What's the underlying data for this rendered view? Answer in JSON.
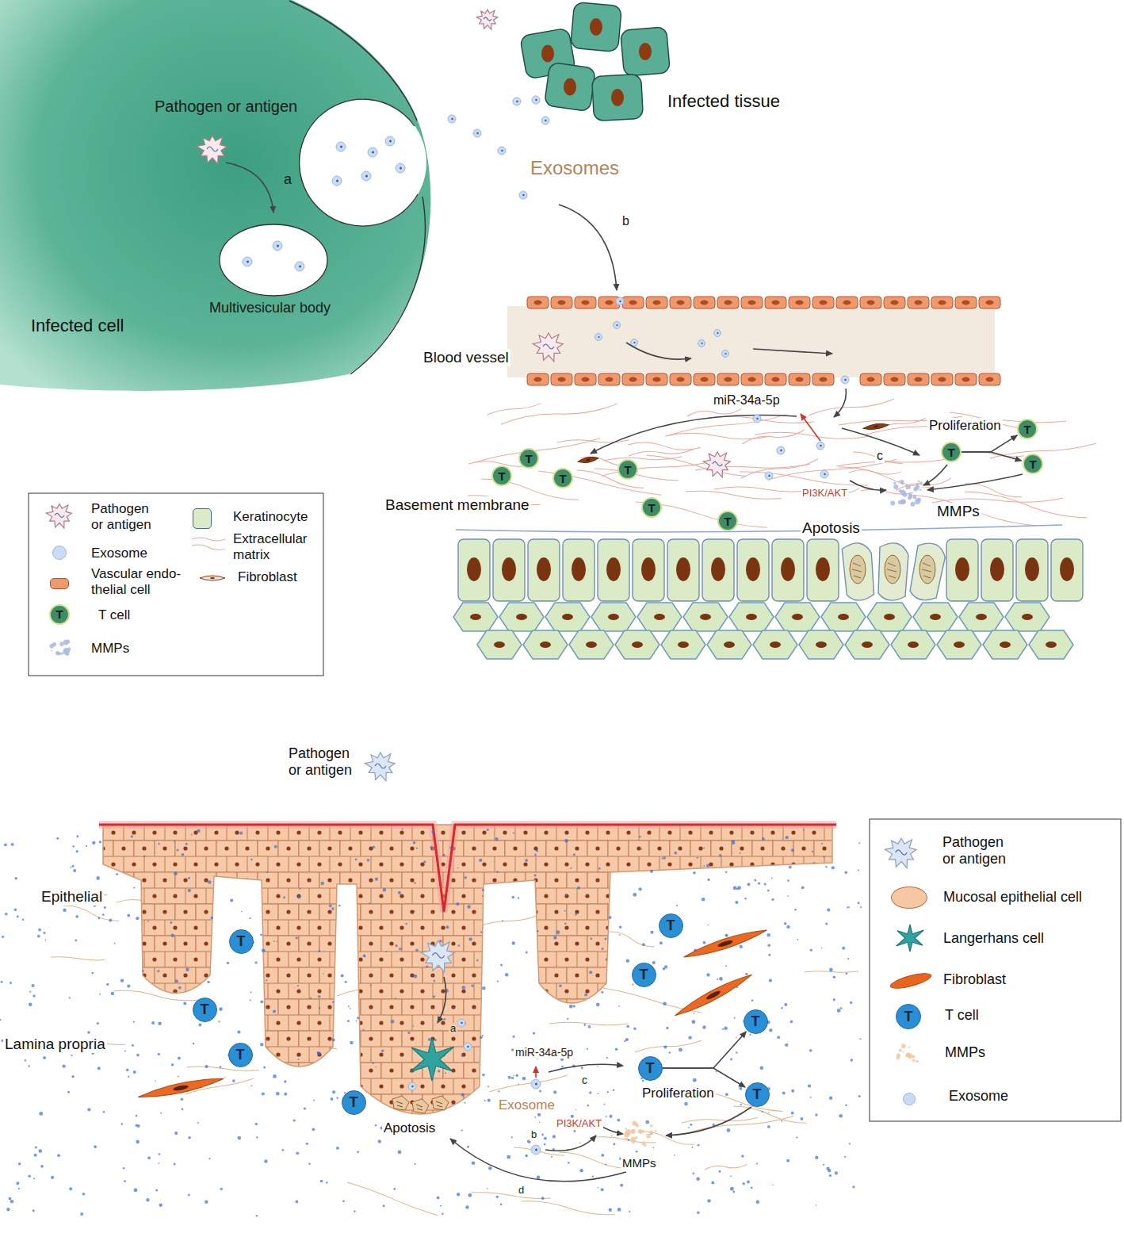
{
  "diagram": {
    "nodes": [
      {
        "text": [
          "T"
        ]
      },
      {
        "text": [
          "T"
        ]
      },
      {
        "text": [
          "T"
        ]
      },
      {
        "text": [
          "T"
        ]
      },
      {
        "text": [
          "T"
        ]
      },
      {
        "text": [
          "T"
        ]
      },
      {
        "text": [
          "T"
        ]
      },
      {
        "text": [
          "T"
        ]
      },
      {
        "text": [
          "T"
        ]
      },
      {
        "text": [
          "T"
        ]
      },
      {
        "text": [
          "T"
        ]
      },
      {
        "text": [
          "T"
        ]
      },
      {
        "text": [
          "T"
        ]
      },
      {
        "text": [
          "T"
        ]
      },
      {
        "text": [
          "T"
        ]
      },
      {
        "text": [
          "T"
        ]
      },
      {
        "text": [
          "T"
        ]
      },
      {
        "text": [
          "T"
        ]
      }
    ],
    "edges": [
      {
        "from": 1,
        "to": 0,
        "arrow": "to"
      },
      {
        "from": 1,
        "to": 3,
        "arrow": "to"
      },
      {
        "from": 15,
        "to": 13,
        "arrow": "to"
      },
      {
        "from": 15,
        "to": 16,
        "arrow": "to"
      }
    ],
    "labels": [
      "Pathogen or antigen",
      "a",
      "Multivesicular body",
      "Infected cell",
      "Infected tissue",
      "Exosomes",
      "b",
      "Blood vessel",
      "miR-34a-5p",
      "Proliferation",
      "c",
      "Basement membrane",
      "PI3K/AKT",
      "MMPs",
      "Apotosis",
      "T",
      "Pathogen or antigen",
      "Epithelial",
      "Lamina propria",
      "a",
      "miR-34a-5p",
      "c",
      "Proliferation",
      "Exosome",
      "Apotosis",
      "b",
      "PI3K/AKT",
      "MMPs",
      "d",
      "T"
    ],
    "legend": [
      {
        "text": "Pathogen or antigen"
      },
      {
        "text": "Exosome",
        "color": "#cadcf3"
      },
      {
        "text": "Vascular endo- thelial cell",
        "color": "#ee9a6e"
      },
      {
        "text": "T cell",
        "color": "#3f8c68"
      },
      {
        "text": "MMPs"
      },
      {
        "text": "Keratinocyte",
        "color": "#dcebc7"
      },
      {
        "text": "Extracellular matrix"
      },
      {
        "text": "Fibroblast"
      },
      {
        "text": "Pathogen or antigen"
      },
      {
        "text": "Mucosal epithelial cell",
        "color": "#f6c7a3"
      },
      {
        "text": "Langerhans cell"
      },
      {
        "text": "Fibroblast",
        "color": "#e8651f"
      },
      {
        "text": "T cell",
        "color": "#2b8fd6"
      },
      {
        "text": "MMPs"
      },
      {
        "text": "Exosome",
        "color": "#cadcf3"
      }
    ]
  }
}
